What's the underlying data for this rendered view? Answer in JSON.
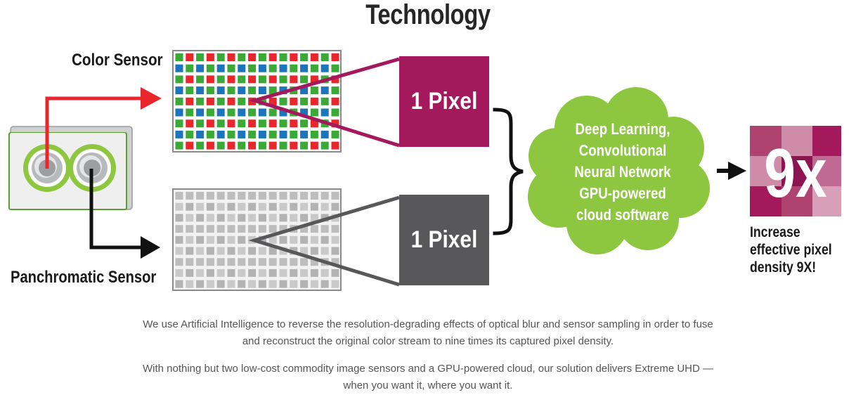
{
  "title": "Technology",
  "labels": {
    "color_sensor": "Color Sensor",
    "panchromatic_sensor": "Panchromatic Sensor",
    "pixel_color": "1 Pixel",
    "pixel_pan": "1 Pixel",
    "cloud": [
      "Deep Learning,",
      "Convolutional",
      "Neural Network",
      "GPU-powered",
      "cloud software"
    ],
    "result_big": "9x",
    "result_caption": [
      "Increase",
      "effective pixel",
      "density 9X!"
    ]
  },
  "description": {
    "p1": "We use Artificial Intelligence to reverse the resolution-degrading effects of optical blur and sensor sampling in order to fuse and reconstruct the original color stream to nine times its captured pixel density.",
    "p2": "With nothing but two low-cost commodity image sensors and a GPU-powered cloud, our solution delivers Extreme UHD — when you want it, where you want it."
  },
  "colors": {
    "red_arrow": "#e8262b",
    "magenta": "#a3195b",
    "dark_gray": "#58585a",
    "cloud_green": "#8dc63f",
    "sensor_red": "#e8262b",
    "sensor_green": "#3aa935",
    "sensor_blue": "#1c75bc"
  },
  "icons": {
    "camera": "dual-lens-camera-icon",
    "cloud": "cloud-icon",
    "brace": "right-curly-brace-icon"
  }
}
